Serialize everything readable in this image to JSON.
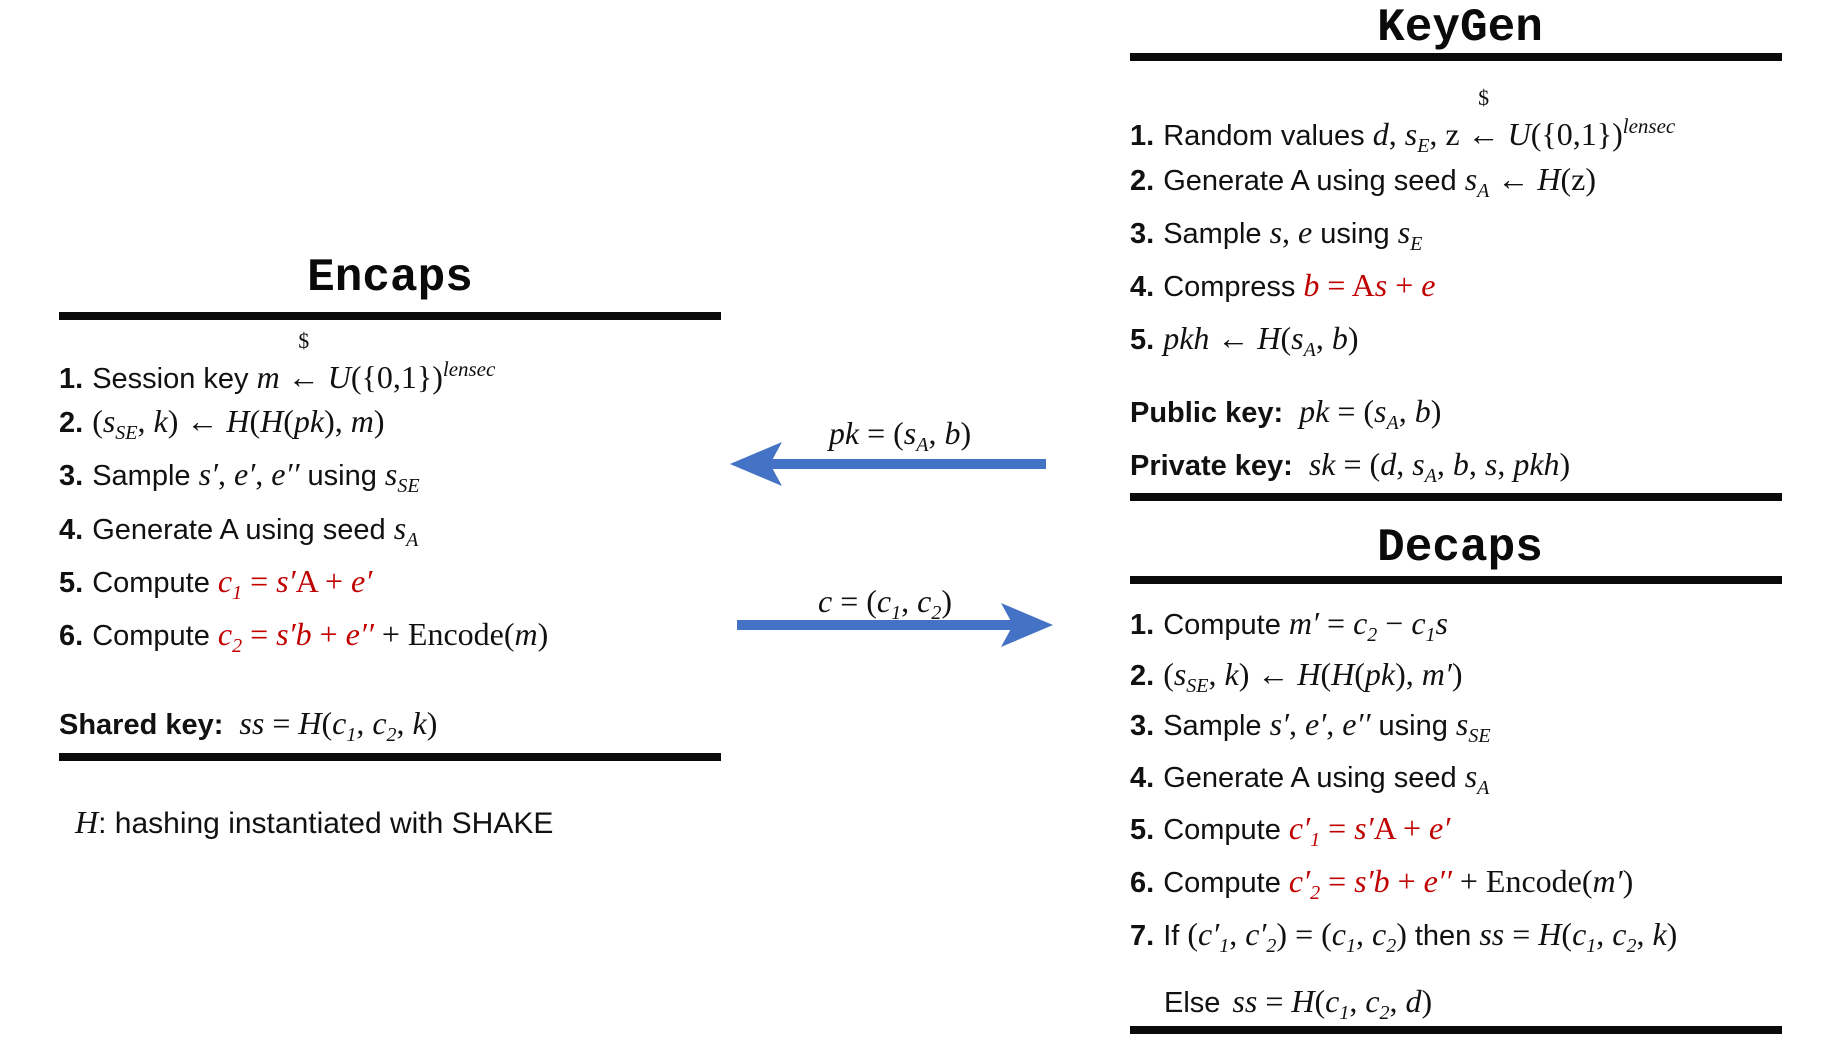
{
  "palette": {
    "ink": "#111111",
    "accent_red": "#C00000",
    "arrow_blue": "#4472C4"
  },
  "keygen": {
    "title": "KeyGen",
    "steps": [
      {
        "num": "1.",
        "segs": [
          {
            "t": "Random values ",
            "s": "n"
          },
          {
            "t": "d",
            "s": "i"
          },
          {
            "t": ", ",
            "s": "r"
          },
          {
            "t": "s",
            "s": "i"
          },
          {
            "t": "E",
            "s": "i sub"
          },
          {
            "t": ", ",
            "s": "r"
          },
          {
            "t": "z ",
            "s": "r"
          },
          {
            "t": "←",
            "over": "$",
            "s": "r"
          },
          {
            "t": " ",
            "s": "r"
          },
          {
            "t": "U",
            "s": "i"
          },
          {
            "t": "({0,1})",
            "s": "r"
          },
          {
            "t": "lensec",
            "s": "i sup"
          }
        ]
      },
      {
        "num": "2.",
        "segs": [
          {
            "t": "Generate A using seed ",
            "s": "n"
          },
          {
            "t": "s",
            "s": "i"
          },
          {
            "t": "A",
            "s": "i sub"
          },
          {
            "t": " ← ",
            "s": "r"
          },
          {
            "t": "H",
            "s": "i"
          },
          {
            "t": "(z)",
            "s": "r"
          }
        ]
      },
      {
        "num": "3.",
        "segs": [
          {
            "t": "Sample ",
            "s": "n"
          },
          {
            "t": "s",
            "s": "i"
          },
          {
            "t": ", ",
            "s": "r"
          },
          {
            "t": "e",
            "s": "i"
          },
          {
            "t": " using ",
            "s": "n"
          },
          {
            "t": "s",
            "s": "i"
          },
          {
            "t": "E",
            "s": "i sub"
          }
        ]
      },
      {
        "num": "4.",
        "segs": [
          {
            "t": "Compress ",
            "s": "n"
          },
          {
            "t": "b",
            "s": "i red"
          },
          {
            "t": " = ",
            "s": "r red"
          },
          {
            "t": "A",
            "s": "r red"
          },
          {
            "t": "s",
            "s": "i red"
          },
          {
            "t": " + ",
            "s": "r red"
          },
          {
            "t": "e",
            "s": "i red"
          }
        ]
      },
      {
        "num": "5.",
        "segs": [
          {
            "t": "pkh",
            "s": "i"
          },
          {
            "t": " ← ",
            "s": "r"
          },
          {
            "t": "H",
            "s": "i"
          },
          {
            "t": "(",
            "s": "r"
          },
          {
            "t": "s",
            "s": "i"
          },
          {
            "t": "A",
            "s": "i sub"
          },
          {
            "t": ", ",
            "s": "r"
          },
          {
            "t": "b",
            "s": "i"
          },
          {
            "t": ")",
            "s": "r"
          }
        ]
      }
    ],
    "outputs": [
      {
        "label": "Public key:",
        "segs": [
          {
            "t": "pk",
            "s": "i"
          },
          {
            "t": " = (",
            "s": "r"
          },
          {
            "t": "s",
            "s": "i"
          },
          {
            "t": "A",
            "s": "i sub"
          },
          {
            "t": ", ",
            "s": "r"
          },
          {
            "t": "b",
            "s": "i"
          },
          {
            "t": ")",
            "s": "r"
          }
        ]
      },
      {
        "label": "Private key:",
        "segs": [
          {
            "t": "sk",
            "s": "i"
          },
          {
            "t": " = (",
            "s": "r"
          },
          {
            "t": "d",
            "s": "i"
          },
          {
            "t": ", ",
            "s": "r"
          },
          {
            "t": "s",
            "s": "i"
          },
          {
            "t": "A",
            "s": "i sub"
          },
          {
            "t": ", ",
            "s": "r"
          },
          {
            "t": "b",
            "s": "i"
          },
          {
            "t": ", ",
            "s": "r"
          },
          {
            "t": "s",
            "s": "i"
          },
          {
            "t": ", ",
            "s": "r"
          },
          {
            "t": "pkh",
            "s": "i"
          },
          {
            "t": ")",
            "s": "r"
          }
        ]
      }
    ]
  },
  "encaps": {
    "title": "Encaps",
    "steps": [
      {
        "num": "1.",
        "segs": [
          {
            "t": "Session key ",
            "s": "n"
          },
          {
            "t": "m ",
            "s": "i"
          },
          {
            "t": "←",
            "over": "$",
            "s": "r"
          },
          {
            "t": " ",
            "s": "r"
          },
          {
            "t": "U",
            "s": "i"
          },
          {
            "t": "({0,1})",
            "s": "r"
          },
          {
            "t": "lensec",
            "s": "i sup"
          }
        ]
      },
      {
        "num": "2.",
        "segs": [
          {
            "t": "(",
            "s": "r"
          },
          {
            "t": "s",
            "s": "i"
          },
          {
            "t": "SE",
            "s": "i sub"
          },
          {
            "t": ", ",
            "s": "r"
          },
          {
            "t": "k",
            "s": "i"
          },
          {
            "t": ") ← ",
            "s": "r"
          },
          {
            "t": "H",
            "s": "i"
          },
          {
            "t": "(",
            "s": "r"
          },
          {
            "t": "H",
            "s": "i"
          },
          {
            "t": "(",
            "s": "r"
          },
          {
            "t": "pk",
            "s": "i"
          },
          {
            "t": "), ",
            "s": "r"
          },
          {
            "t": "m",
            "s": "i"
          },
          {
            "t": ")",
            "s": "r"
          }
        ]
      },
      {
        "num": "3.",
        "segs": [
          {
            "t": "Sample ",
            "s": "n"
          },
          {
            "t": "s′",
            "s": "i"
          },
          {
            "t": ", ",
            "s": "r"
          },
          {
            "t": "e′",
            "s": "i"
          },
          {
            "t": ", ",
            "s": "r"
          },
          {
            "t": "e′′",
            "s": "i"
          },
          {
            "t": " using ",
            "s": "n"
          },
          {
            "t": "s",
            "s": "i"
          },
          {
            "t": "SE",
            "s": "i sub"
          }
        ]
      },
      {
        "num": "4.",
        "segs": [
          {
            "t": "Generate A using seed ",
            "s": "n"
          },
          {
            "t": "s",
            "s": "i"
          },
          {
            "t": "A",
            "s": "i sub"
          }
        ]
      },
      {
        "num": "5.",
        "segs": [
          {
            "t": "Compute ",
            "s": "n"
          },
          {
            "t": "c",
            "s": "i red"
          },
          {
            "t": "1",
            "s": "i red sub"
          },
          {
            "t": " = ",
            "s": "r red"
          },
          {
            "t": "s′",
            "s": "i red"
          },
          {
            "t": "A",
            "s": "r red"
          },
          {
            "t": " + ",
            "s": "r red"
          },
          {
            "t": "e′",
            "s": "i red"
          }
        ]
      },
      {
        "num": "6.",
        "segs": [
          {
            "t": "Compute ",
            "s": "n"
          },
          {
            "t": "c",
            "s": "i red"
          },
          {
            "t": "2",
            "s": "i red sub"
          },
          {
            "t": " = ",
            "s": "r red"
          },
          {
            "t": "s′",
            "s": "i red"
          },
          {
            "t": "b",
            "s": "i red"
          },
          {
            "t": " + ",
            "s": "r red"
          },
          {
            "t": "e′′",
            "s": "i red"
          },
          {
            "t": " + Encode(",
            "s": "r"
          },
          {
            "t": "m",
            "s": "i"
          },
          {
            "t": ")",
            "s": "r"
          }
        ]
      }
    ],
    "outputs": [
      {
        "label": "Shared key:",
        "segs": [
          {
            "t": "ss",
            "s": "i"
          },
          {
            "t": " = ",
            "s": "r"
          },
          {
            "t": "H",
            "s": "i"
          },
          {
            "t": "(",
            "s": "r"
          },
          {
            "t": "c",
            "s": "i"
          },
          {
            "t": "1",
            "s": "i sub"
          },
          {
            "t": ", ",
            "s": "r"
          },
          {
            "t": "c",
            "s": "i"
          },
          {
            "t": "2",
            "s": "i sub"
          },
          {
            "t": ", ",
            "s": "r"
          },
          {
            "t": "k",
            "s": "i"
          },
          {
            "t": ")",
            "s": "r"
          }
        ]
      }
    ]
  },
  "decaps": {
    "title": "Decaps",
    "steps": [
      {
        "num": "1.",
        "segs": [
          {
            "t": "Compute ",
            "s": "n"
          },
          {
            "t": "m′",
            "s": "i"
          },
          {
            "t": " = ",
            "s": "r"
          },
          {
            "t": "c",
            "s": "i"
          },
          {
            "t": "2",
            "s": "i sub"
          },
          {
            "t": " − ",
            "s": "r"
          },
          {
            "t": "c",
            "s": "i"
          },
          {
            "t": "1",
            "s": "i sub"
          },
          {
            "t": "s",
            "s": "i"
          }
        ]
      },
      {
        "num": "2.",
        "segs": [
          {
            "t": "(",
            "s": "r"
          },
          {
            "t": "s",
            "s": "i"
          },
          {
            "t": "SE",
            "s": "i sub"
          },
          {
            "t": ", ",
            "s": "r"
          },
          {
            "t": "k",
            "s": "i"
          },
          {
            "t": ") ← ",
            "s": "r"
          },
          {
            "t": "H",
            "s": "i"
          },
          {
            "t": "(",
            "s": "r"
          },
          {
            "t": "H",
            "s": "i"
          },
          {
            "t": "(",
            "s": "r"
          },
          {
            "t": "pk",
            "s": "i"
          },
          {
            "t": "), ",
            "s": "r"
          },
          {
            "t": "m′",
            "s": "i"
          },
          {
            "t": ")",
            "s": "r"
          }
        ]
      },
      {
        "num": "3.",
        "segs": [
          {
            "t": "Sample ",
            "s": "n"
          },
          {
            "t": "s′",
            "s": "i"
          },
          {
            "t": ", ",
            "s": "r"
          },
          {
            "t": "e′",
            "s": "i"
          },
          {
            "t": ", ",
            "s": "r"
          },
          {
            "t": "e′′",
            "s": "i"
          },
          {
            "t": " using ",
            "s": "n"
          },
          {
            "t": "s",
            "s": "i"
          },
          {
            "t": "SE",
            "s": "i sub"
          }
        ]
      },
      {
        "num": "4.",
        "segs": [
          {
            "t": "Generate A using seed ",
            "s": "n"
          },
          {
            "t": "s",
            "s": "i"
          },
          {
            "t": "A",
            "s": "i sub"
          }
        ]
      },
      {
        "num": "5.",
        "segs": [
          {
            "t": "Compute ",
            "s": "n"
          },
          {
            "t": "c′",
            "s": "i red"
          },
          {
            "t": "1",
            "s": "i red sub"
          },
          {
            "t": " = ",
            "s": "r red"
          },
          {
            "t": "s′",
            "s": "i red"
          },
          {
            "t": "A",
            "s": "r red"
          },
          {
            "t": " + ",
            "s": "r red"
          },
          {
            "t": "e′",
            "s": "i red"
          }
        ]
      },
      {
        "num": "6.",
        "segs": [
          {
            "t": "Compute ",
            "s": "n"
          },
          {
            "t": "c′",
            "s": "i red"
          },
          {
            "t": "2",
            "s": "i red sub"
          },
          {
            "t": " = ",
            "s": "r red"
          },
          {
            "t": "s′",
            "s": "i red"
          },
          {
            "t": "b",
            "s": "i red"
          },
          {
            "t": " + ",
            "s": "r red"
          },
          {
            "t": "e′′",
            "s": "i red"
          },
          {
            "t": " + Encode(",
            "s": "r"
          },
          {
            "t": "m′",
            "s": "i"
          },
          {
            "t": ")",
            "s": "r"
          }
        ]
      },
      {
        "num": "7.",
        "segs": [
          {
            "t": "If ",
            "s": "n"
          },
          {
            "t": "(",
            "s": "r"
          },
          {
            "t": "c′",
            "s": "i"
          },
          {
            "t": "1",
            "s": "i sub"
          },
          {
            "t": ", ",
            "s": "r"
          },
          {
            "t": "c′",
            "s": "i"
          },
          {
            "t": "2",
            "s": "i sub"
          },
          {
            "t": ") = (",
            "s": "r"
          },
          {
            "t": "c",
            "s": "i"
          },
          {
            "t": "1",
            "s": "i sub"
          },
          {
            "t": ", ",
            "s": "r"
          },
          {
            "t": "c",
            "s": "i"
          },
          {
            "t": "2",
            "s": "i sub"
          },
          {
            "t": ") ",
            "s": "r"
          },
          {
            "t": "then ",
            "s": "n"
          },
          {
            "t": "ss",
            "s": "i"
          },
          {
            "t": " = ",
            "s": "r"
          },
          {
            "t": "H",
            "s": "i"
          },
          {
            "t": "(",
            "s": "r"
          },
          {
            "t": "c",
            "s": "i"
          },
          {
            "t": "1",
            "s": "i sub"
          },
          {
            "t": ", ",
            "s": "r"
          },
          {
            "t": "c",
            "s": "i"
          },
          {
            "t": "2",
            "s": "i sub"
          },
          {
            "t": ", ",
            "s": "r"
          },
          {
            "t": "k",
            "s": "i"
          },
          {
            "t": ")",
            "s": "r"
          }
        ]
      }
    ],
    "else_row": {
      "segs": [
        {
          "t": "Else",
          "s": "n gap"
        },
        {
          "t": "ss",
          "s": "i"
        },
        {
          "t": " = ",
          "s": "r"
        },
        {
          "t": "H",
          "s": "i"
        },
        {
          "t": "(",
          "s": "r"
        },
        {
          "t": "c",
          "s": "i"
        },
        {
          "t": "1",
          "s": "i sub"
        },
        {
          "t": ", ",
          "s": "r"
        },
        {
          "t": "c",
          "s": "i"
        },
        {
          "t": "2",
          "s": "i sub"
        },
        {
          "t": ", ",
          "s": "r"
        },
        {
          "t": "d",
          "s": "i"
        },
        {
          "t": ")",
          "s": "r"
        }
      ]
    }
  },
  "messages": {
    "pk": {
      "direction": "left",
      "segs": [
        {
          "t": "pk",
          "s": "i"
        },
        {
          "t": " = (",
          "s": "r"
        },
        {
          "t": "s",
          "s": "i"
        },
        {
          "t": "A",
          "s": "i sub"
        },
        {
          "t": ", ",
          "s": "r"
        },
        {
          "t": "b",
          "s": "i"
        },
        {
          "t": ")",
          "s": "r"
        }
      ]
    },
    "c": {
      "direction": "right",
      "segs": [
        {
          "t": "c",
          "s": "i"
        },
        {
          "t": " = (",
          "s": "r"
        },
        {
          "t": "c",
          "s": "i"
        },
        {
          "t": "1",
          "s": "i sub"
        },
        {
          "t": ", ",
          "s": "r"
        },
        {
          "t": "c",
          "s": "i"
        },
        {
          "t": "2",
          "s": "i sub"
        },
        {
          "t": ")",
          "s": "r"
        }
      ]
    }
  },
  "footnote": {
    "segs": [
      {
        "t": "H",
        "s": "i"
      },
      {
        "t": ": hashing instantiated with SHAKE",
        "s": "n"
      }
    ]
  }
}
